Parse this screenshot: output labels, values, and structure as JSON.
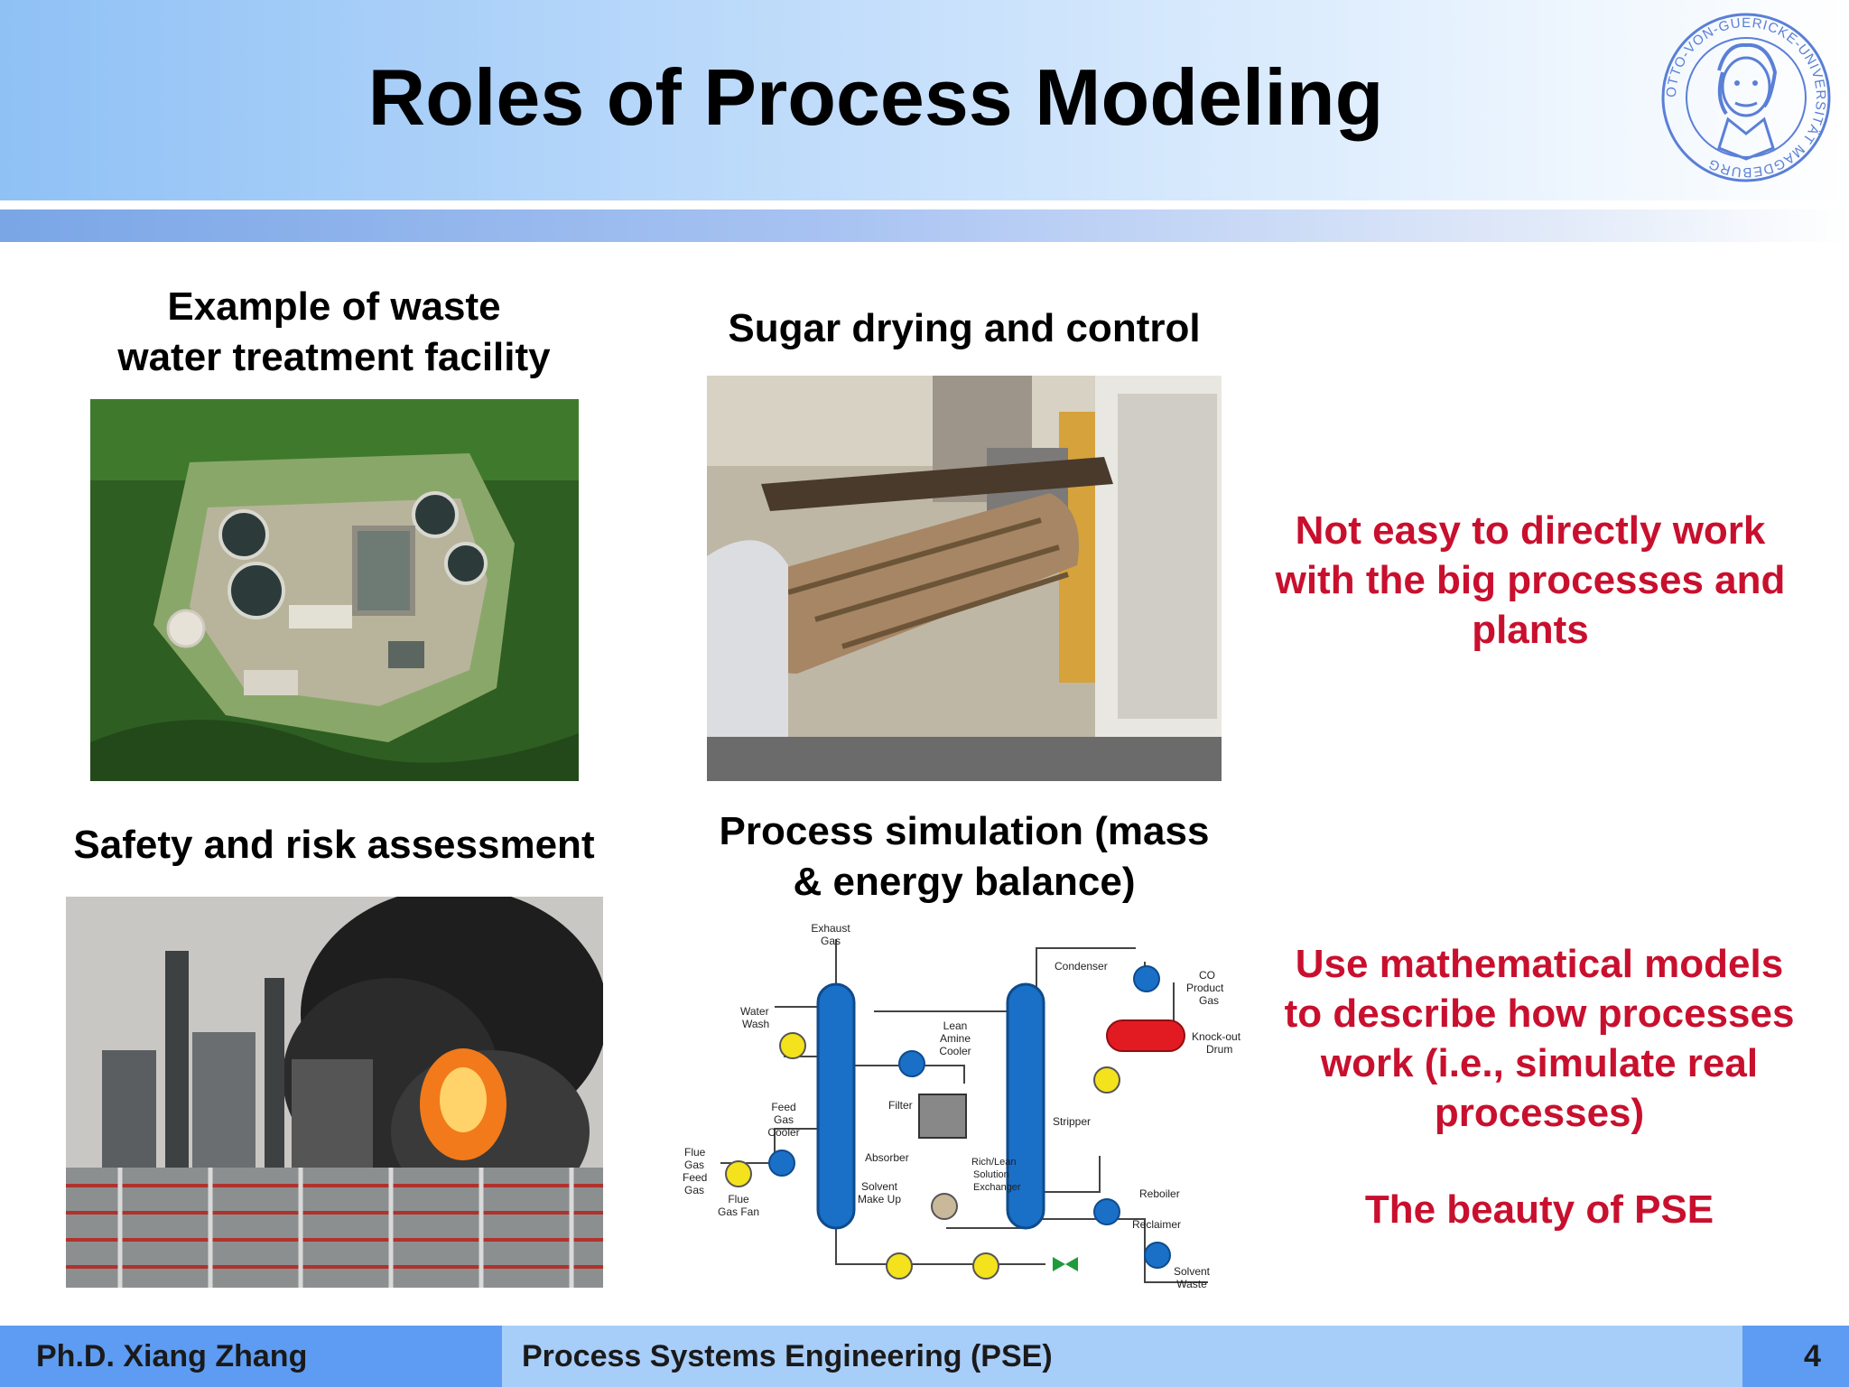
{
  "header": {
    "title": "Roles of Process Modeling"
  },
  "captions": {
    "wastewater": [
      "Example of waste",
      "water treatment facility"
    ],
    "sugar": "Sugar drying and control",
    "safety": "Safety and risk assessment",
    "simulation": [
      "Process simulation (mass",
      "& energy balance)"
    ]
  },
  "notes": {
    "not_easy": [
      "Not easy to directly work",
      "with the big processes and",
      "plants"
    ],
    "use_models": [
      "Use mathematical models",
      "to describe how processes",
      "work (i.e., simulate real",
      "processes)"
    ],
    "beauty": "The beauty of PSE"
  },
  "diagram": {
    "exhaust": [
      "Exhaust",
      "Gas"
    ],
    "water_wash": [
      "Water",
      "Wash"
    ],
    "lean_cooler": [
      "Lean",
      "Amine",
      "Cooler"
    ],
    "condenser": "Condenser",
    "co2": [
      "CO",
      "Product",
      "Gas"
    ],
    "knockout": [
      "Knock-out",
      "Drum"
    ],
    "filter": "Filter",
    "feed_cooler": [
      "Feed",
      "Gas",
      "Cooler"
    ],
    "stripper": "Stripper",
    "flue_feed": [
      "Flue",
      "Gas",
      "Feed",
      "Gas"
    ],
    "absorber": "Absorber",
    "solvent_makeup": [
      "Solvent",
      "Make Up"
    ],
    "rich_lean": [
      "Rich/Lean",
      "Solution",
      "Exchanger"
    ],
    "flue_fan": [
      "Flue",
      "Gas Fan"
    ],
    "reboiler": "Reboiler",
    "reclaimer": "Reclaimer",
    "solvent_waste": [
      "Solvent",
      "Waste"
    ]
  },
  "footer": {
    "author": "Ph.D. Xiang Zhang",
    "course": "Process Systems Engineering (PSE)",
    "page": "4"
  },
  "seal": {
    "text": "OTTO-VON-GUERICKE-UNIVERSITÄT MAGDEBURG"
  },
  "colors": {
    "accent_red": "#c8102e",
    "footer_blue": "#5d9cf2",
    "footer_light": "#a7cdf9"
  }
}
